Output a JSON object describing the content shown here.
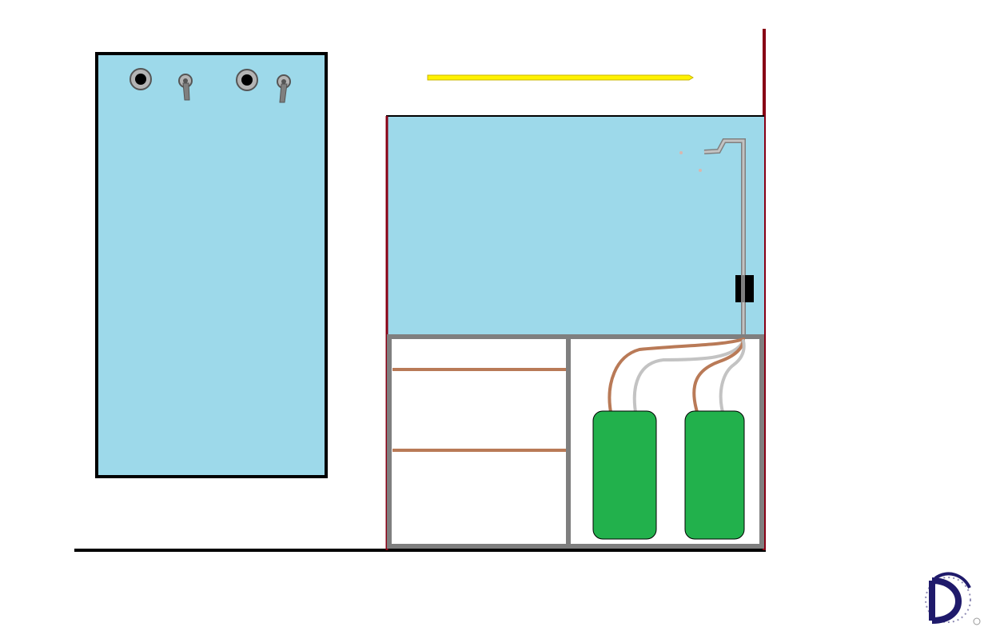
{
  "diagram": {
    "colors": {
      "background": "#ffffff",
      "water": "#9dd9ea",
      "outline": "#000000",
      "cabinet_frame": "#7f7f7f",
      "shelf": "#b97a57",
      "wall_trim": "#880015",
      "light_bar": "#fff200",
      "filter_canister": "#22b14c",
      "hose_brown": "#b97a57",
      "hose_gray": "#c3c3c3",
      "fitting_gray": "#b4b4b4",
      "logo": "#1f1a6b"
    },
    "components": {
      "left_panel": {
        "bulkheads": 2,
        "valves": 2
      },
      "display_tank": {
        "has_return_pipe": true,
        "has_heater": true
      },
      "stand": {
        "left_bay_shelves": 2,
        "right_bay_canisters": 2
      }
    },
    "logo": {
      "letter": "D",
      "symbol": "©"
    }
  }
}
